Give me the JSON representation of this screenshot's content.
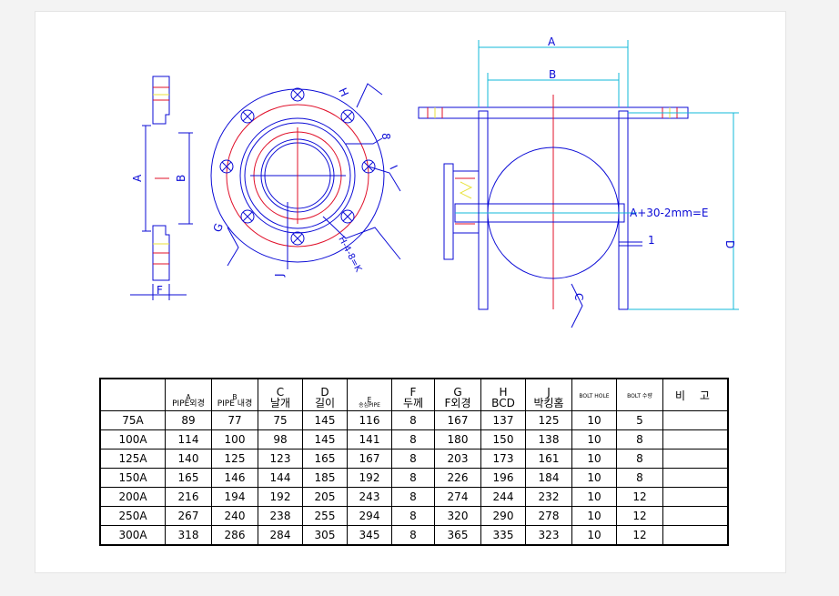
{
  "labels": {
    "A": "A",
    "B": "B",
    "C": "C",
    "D": "D",
    "F": "F",
    "G": "G",
    "H": "H",
    "I": "I",
    "J": "J",
    "one": "1",
    "eight": "8",
    "H48K": "H-4-8=K",
    "formula": "A+30-2mm=E"
  },
  "colors": {
    "line": "#0b0bd6",
    "red": "#e0102a",
    "cyan": "#11b8d8",
    "yellow": "#e8e23a"
  },
  "table": {
    "headers": [
      {
        "top": "",
        "bottom": ""
      },
      {
        "top": "A",
        "bottom": "PIPE외경",
        "style": "two"
      },
      {
        "top": "B",
        "bottom": "PIPE 내경",
        "style": "two"
      },
      {
        "top": "C",
        "bottom": "날개",
        "style": "big"
      },
      {
        "top": "D",
        "bottom": "길이",
        "style": "big"
      },
      {
        "top": "E",
        "bottom": "송심PIPE",
        "style": "tiny2"
      },
      {
        "top": "F",
        "bottom": "두께",
        "style": "big"
      },
      {
        "top": "G",
        "bottom": "F외경",
        "style": "big"
      },
      {
        "top": "H",
        "bottom": "BCD",
        "style": "big"
      },
      {
        "top": "J",
        "bottom": "박킹홈",
        "style": "big"
      },
      {
        "top": "",
        "bottom": "BOLT HOLE",
        "style": "tiny"
      },
      {
        "top": "",
        "bottom": "BOLT 수량",
        "style": "tiny"
      },
      {
        "top": "",
        "bottom": "비 고",
        "style": "remark"
      }
    ],
    "rows": [
      [
        "75A",
        "89",
        "77",
        "75",
        "145",
        "116",
        "8",
        "167",
        "137",
        "125",
        "10",
        "5",
        ""
      ],
      [
        "100A",
        "114",
        "100",
        "98",
        "145",
        "141",
        "8",
        "180",
        "150",
        "138",
        "10",
        "8",
        ""
      ],
      [
        "125A",
        "140",
        "125",
        "123",
        "165",
        "167",
        "8",
        "203",
        "173",
        "161",
        "10",
        "8",
        ""
      ],
      [
        "150A",
        "165",
        "146",
        "144",
        "185",
        "192",
        "8",
        "226",
        "196",
        "184",
        "10",
        "8",
        ""
      ],
      [
        "200A",
        "216",
        "194",
        "192",
        "205",
        "243",
        "8",
        "274",
        "244",
        "232",
        "10",
        "12",
        ""
      ],
      [
        "250A",
        "267",
        "240",
        "238",
        "255",
        "294",
        "8",
        "320",
        "290",
        "278",
        "10",
        "12",
        ""
      ],
      [
        "300A",
        "318",
        "286",
        "284",
        "305",
        "345",
        "8",
        "365",
        "335",
        "323",
        "10",
        "12",
        ""
      ]
    ]
  }
}
